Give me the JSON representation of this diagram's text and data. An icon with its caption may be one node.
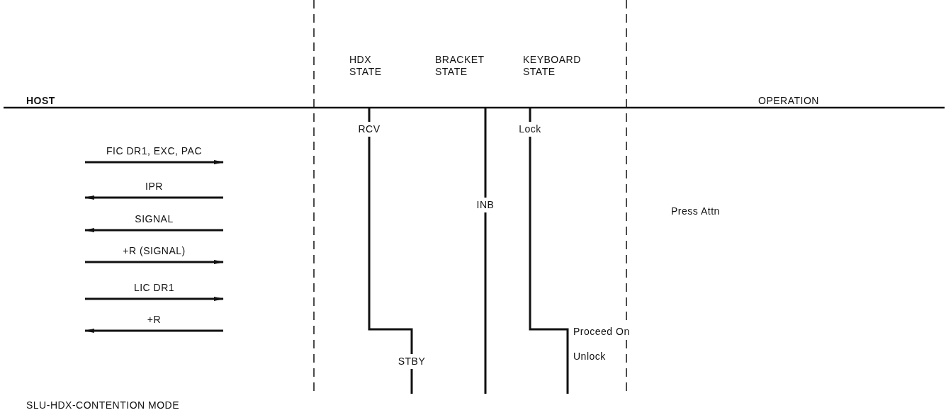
{
  "diagram": {
    "caption": "SLU-HDX-CONTENTION MODE",
    "labels": [
      "HOST",
      "HDX STATE",
      "BRACKET STATE",
      "KEYBOARD STATE",
      "OPERATION",
      "RCV",
      "Lock",
      "FIC DR1, EXC, PAC",
      "IPR",
      "INB",
      "SIGNAL",
      "Press Attn",
      "+R (SIGNAL)",
      "LIC DR1",
      "+R",
      "Proceed On",
      "STBY",
      "Unlock"
    ]
  }
}
